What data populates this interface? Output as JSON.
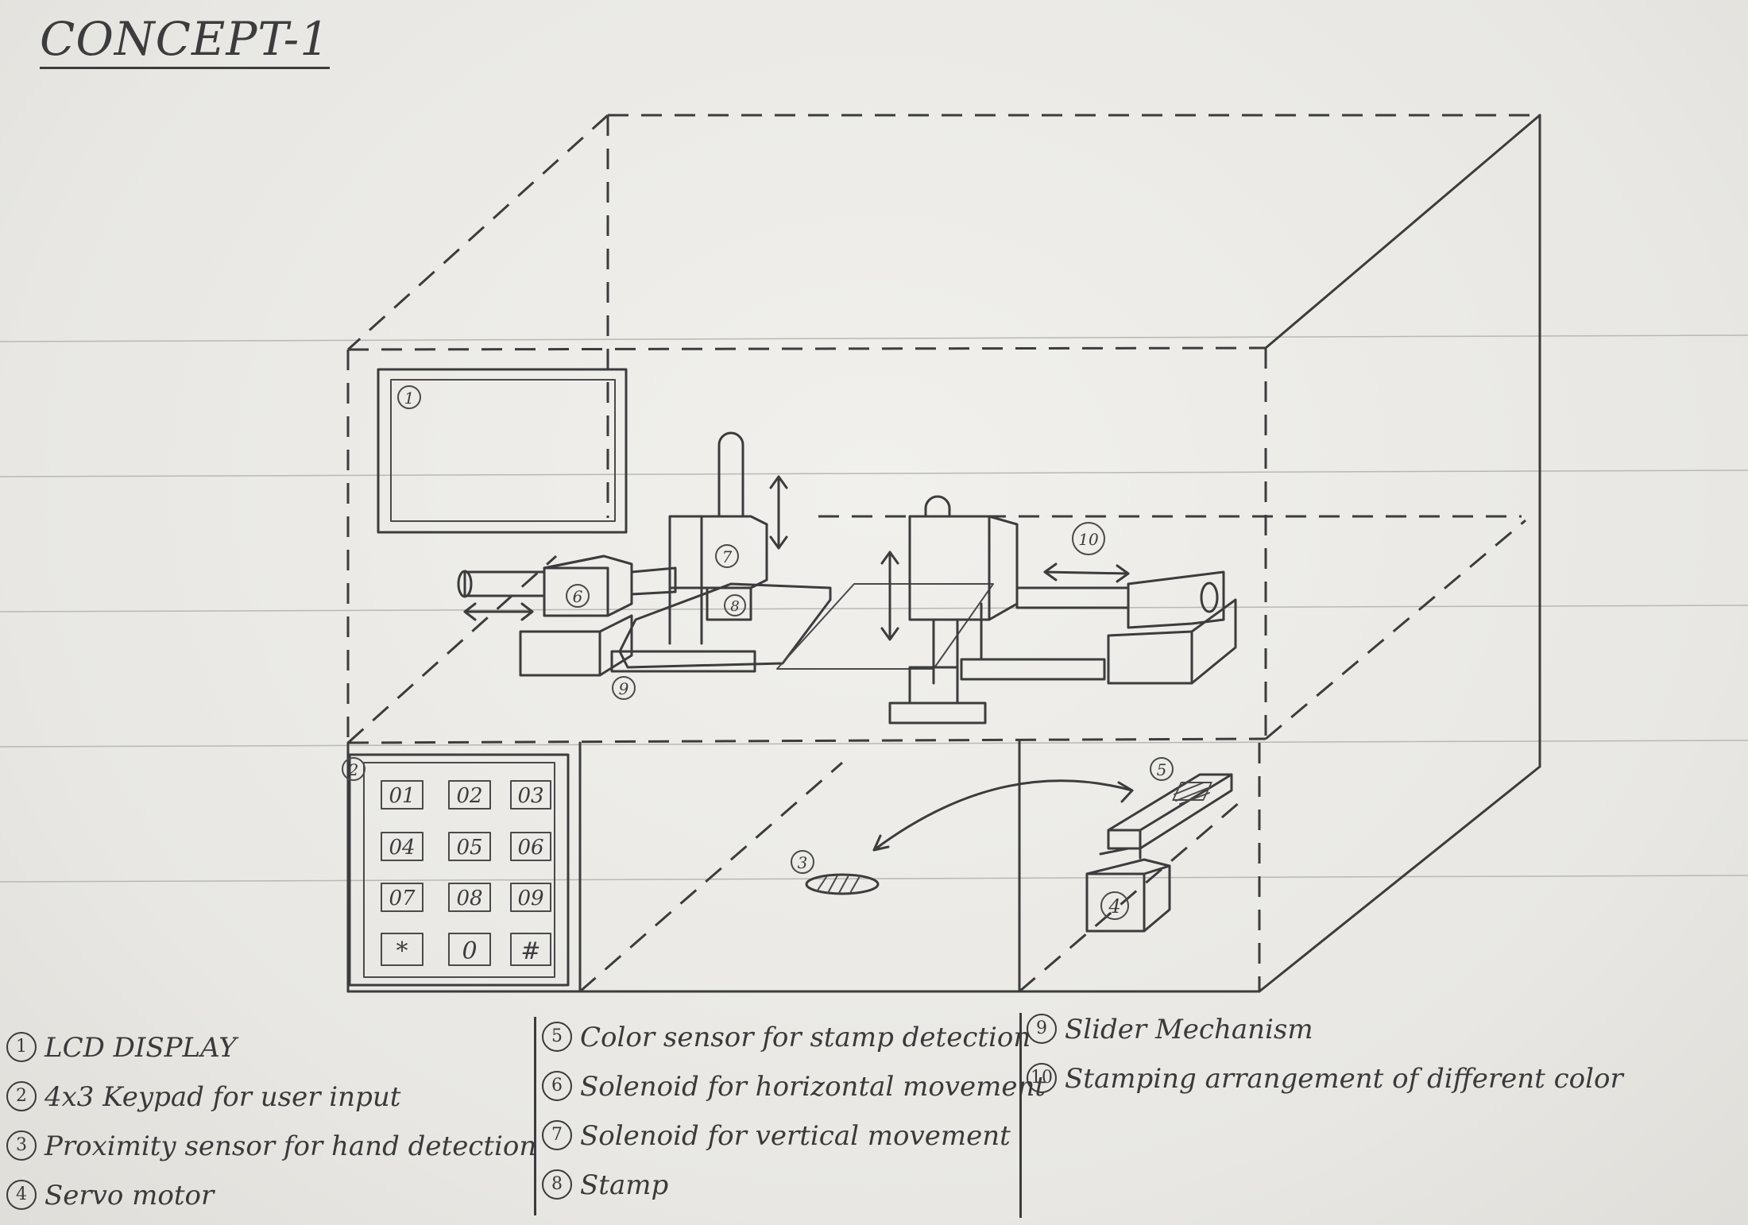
{
  "title": "CONCEPT-1",
  "labels": {
    "lcd": "1",
    "keypad": "2",
    "proximity": "3",
    "servo": "4",
    "color_sensor": "5",
    "solenoid_h": "6",
    "solenoid_v": "7",
    "stamp": "8",
    "slider": "9",
    "stamping_arrangement": "10"
  },
  "keypad_keys": [
    "01",
    "02",
    "03",
    "04",
    "05",
    "06",
    "07",
    "08",
    "09",
    "*",
    "0",
    "#"
  ],
  "legend": {
    "col1": [
      {
        "num": "1",
        "text": "LCD DISPLAY"
      },
      {
        "num": "2",
        "text": "4x3 Keypad for user input"
      },
      {
        "num": "3",
        "text": "Proximity sensor for hand detection"
      },
      {
        "num": "4",
        "text": "Servo motor"
      }
    ],
    "col2": [
      {
        "num": "5",
        "text": "Color sensor for stamp detection"
      },
      {
        "num": "6",
        "text": "Solenoid for horizontal movement"
      },
      {
        "num": "7",
        "text": "Solenoid for vertical movement"
      },
      {
        "num": "8",
        "text": "Stamp"
      }
    ],
    "col3": [
      {
        "num": "9",
        "text": "Slider Mechanism"
      },
      {
        "num": "10",
        "text": "Stamping arrangement of different color"
      }
    ]
  }
}
